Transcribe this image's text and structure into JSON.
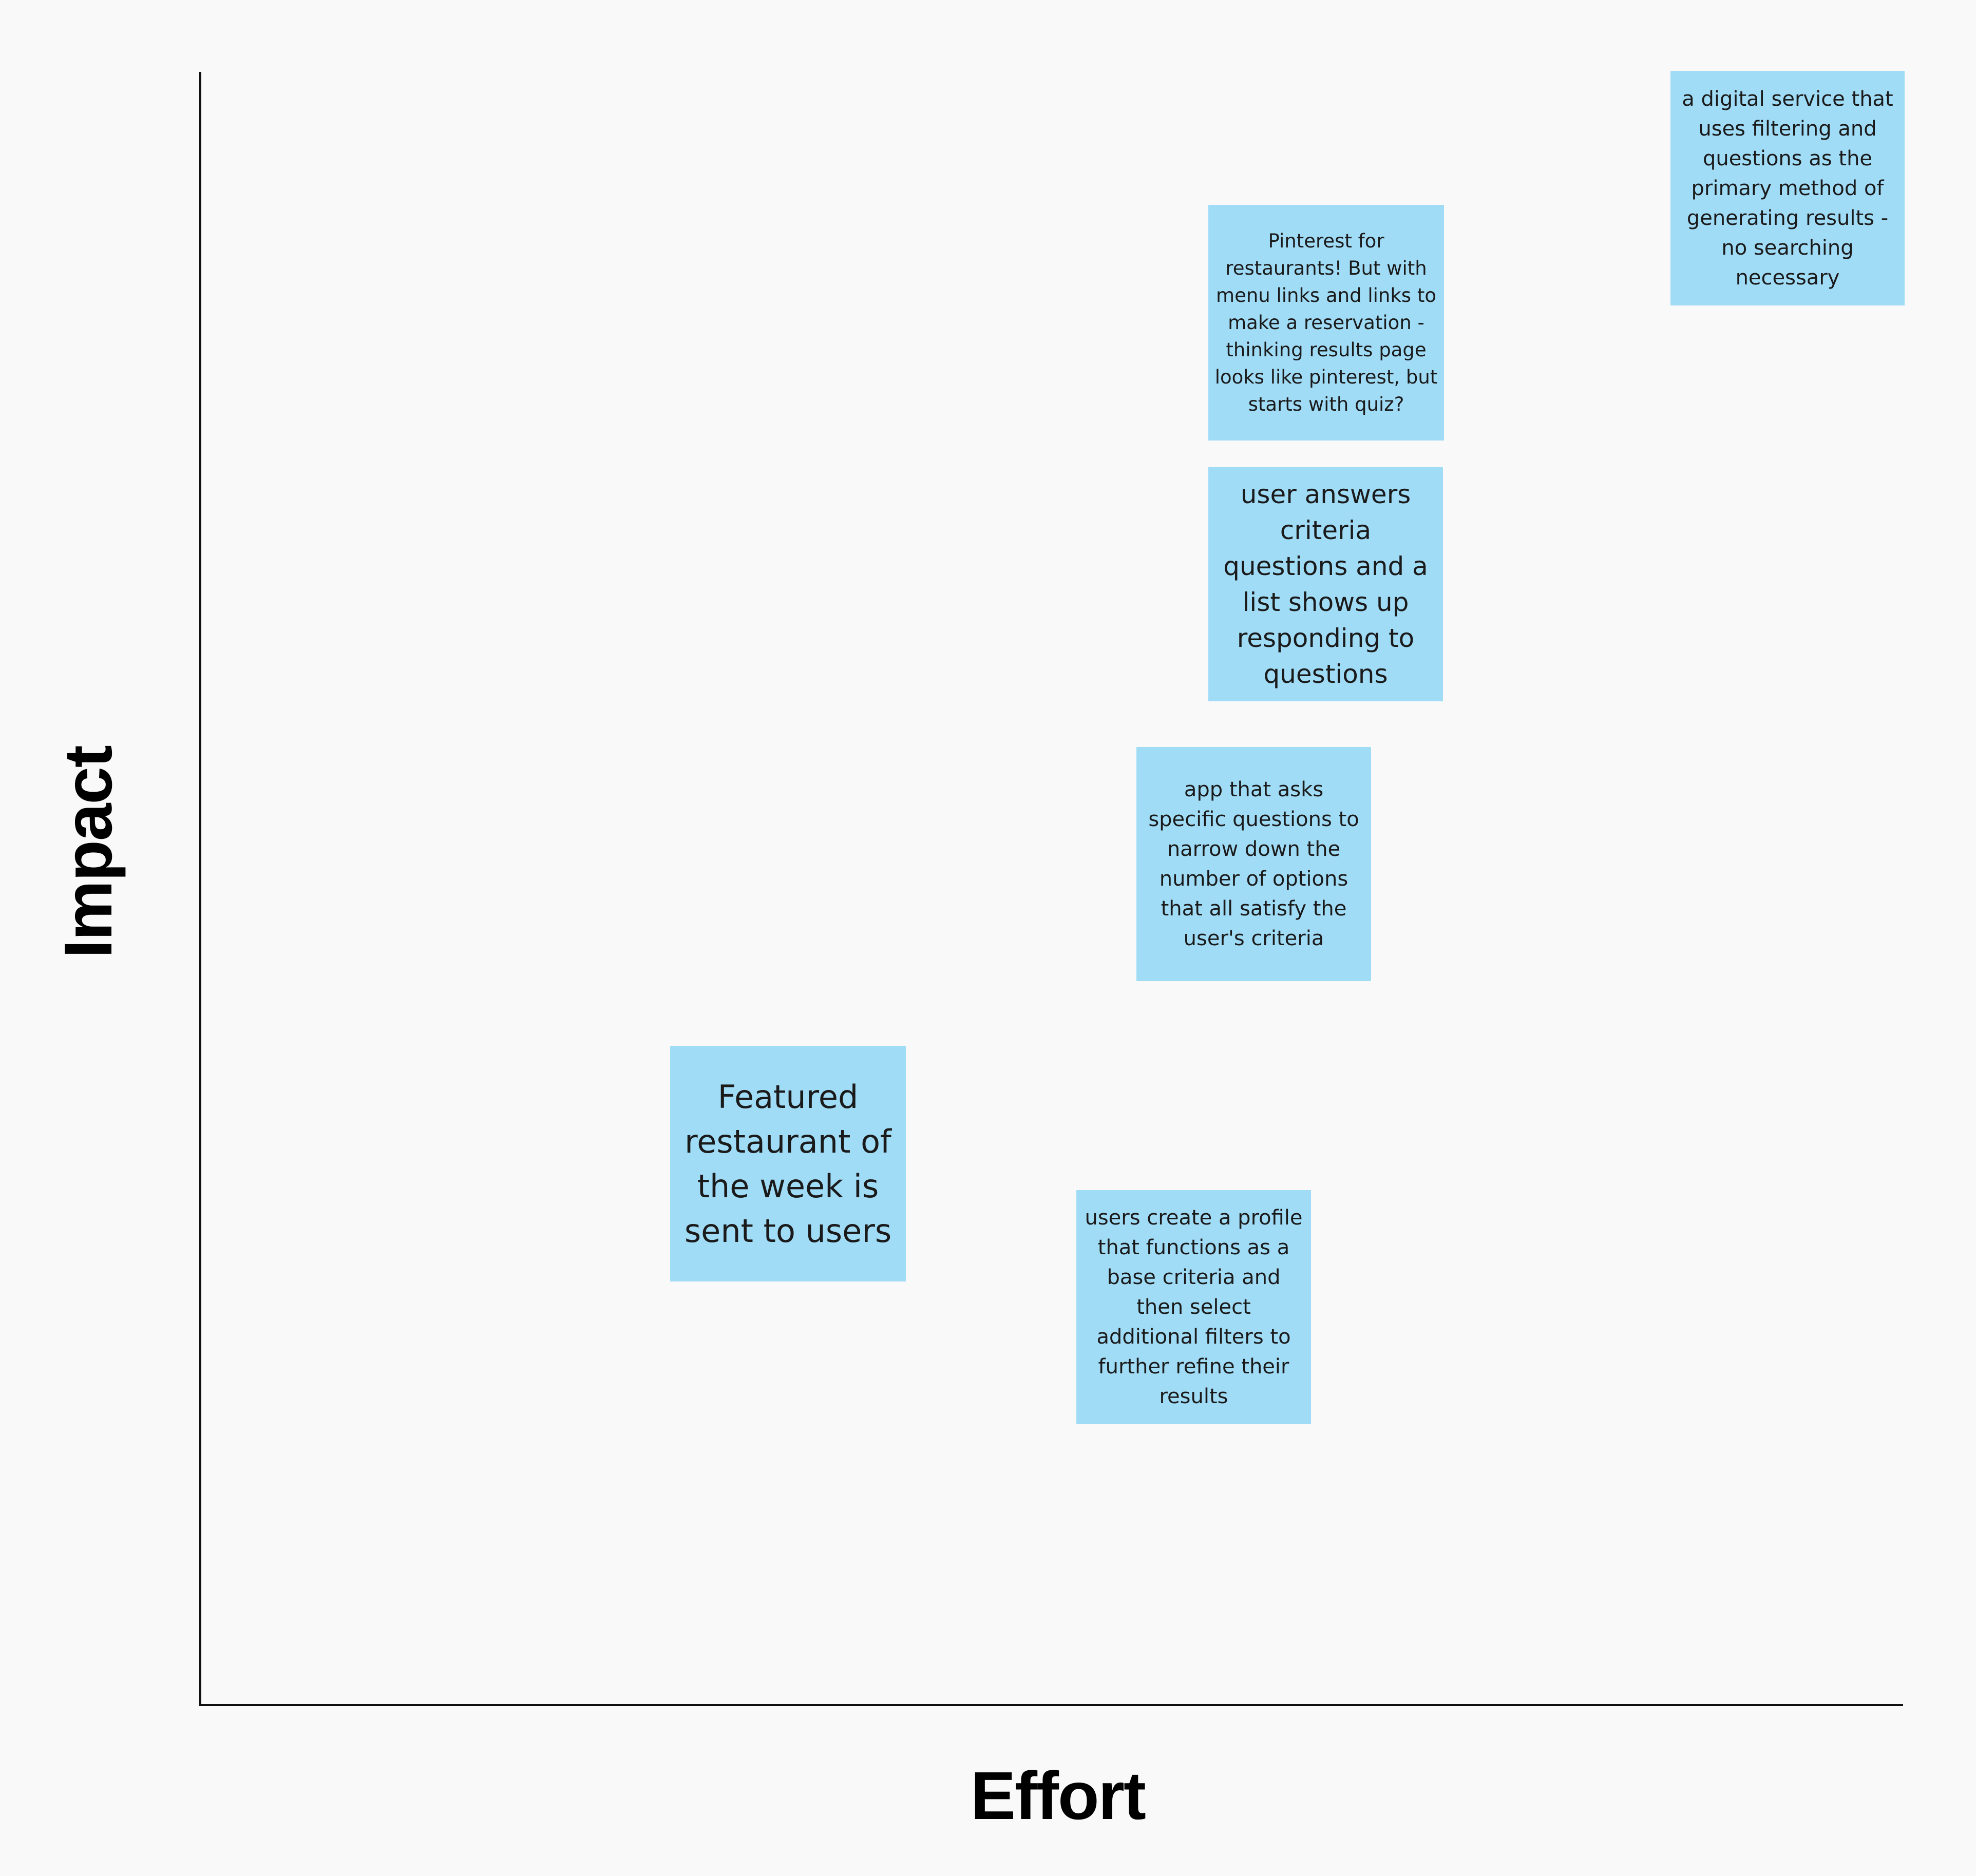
{
  "axes": {
    "x_label": "Effort",
    "y_label": "Impact"
  },
  "notes": [
    {
      "id": "digital-service",
      "text": "a digital service that uses filtering and questions as the primary method of generating results - no searching necessary"
    },
    {
      "id": "pinterest",
      "text": "Pinterest for restaurants! But with menu links and links to make a reservation  - thinking results page looks like pinterest, but starts with quiz?"
    },
    {
      "id": "user-answers",
      "text": "user answers criteria questions and a list shows up responding to questions"
    },
    {
      "id": "app-asks",
      "text": "app that asks specific questions to narrow down the number of options that all satisfy the user's criteria"
    },
    {
      "id": "featured",
      "text": "Featured restaurant of the week is sent to users"
    },
    {
      "id": "profile",
      "text": "users create a profile that functions as a base criteria and then select additional filters to further refine their results"
    }
  ],
  "colors": {
    "sticky": "#a1dcf7",
    "background": "#f9f9f9",
    "axis": "#111111"
  }
}
